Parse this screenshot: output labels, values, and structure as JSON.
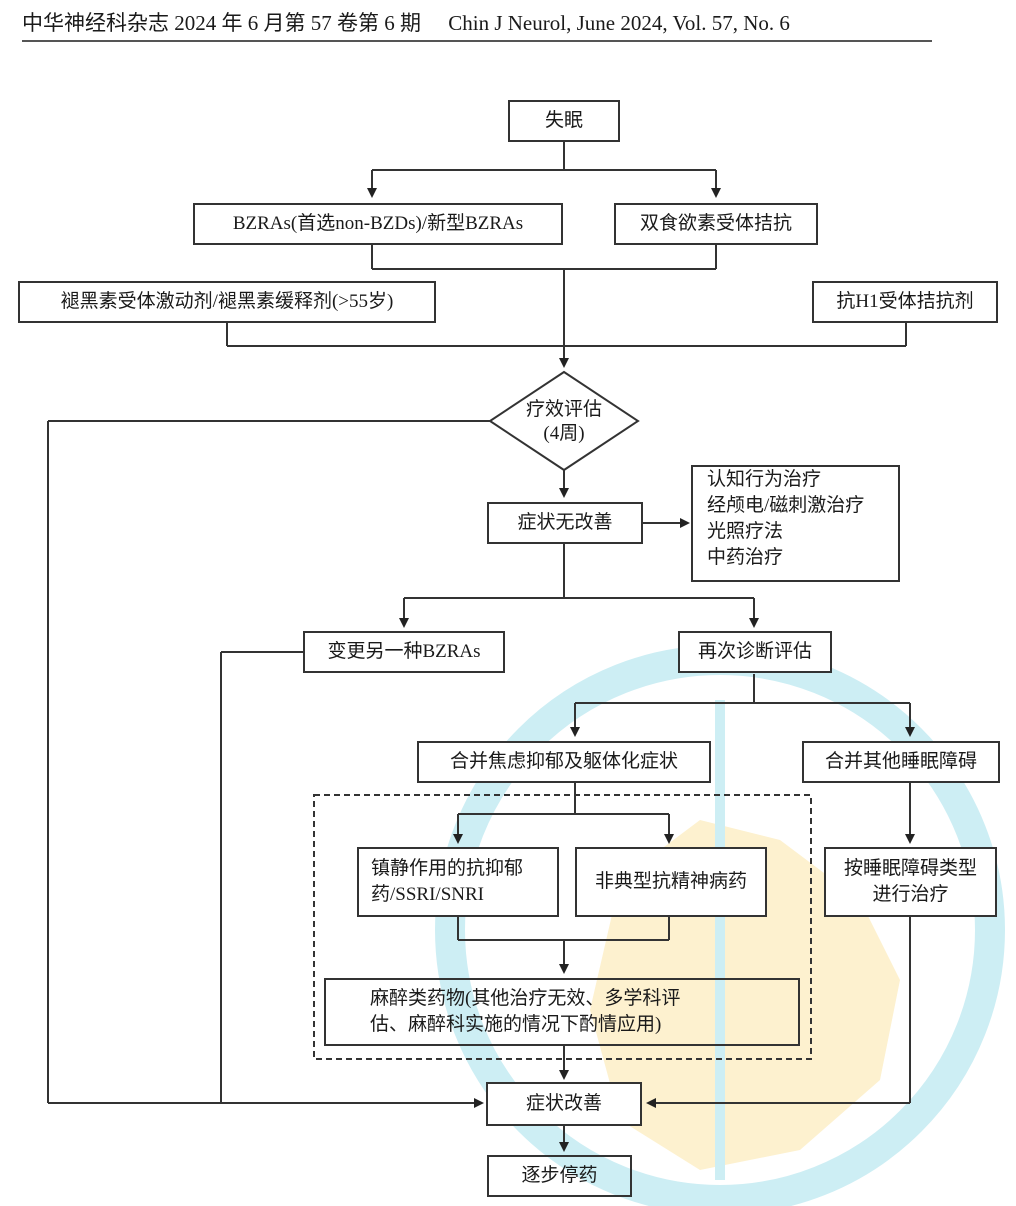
{
  "header": {
    "journal_cn": "中华神经科杂志 2024 年 6 月第 57 卷第 6 期",
    "journal_en": "Chin J Neurol, June 2024, Vol. 57, No. 6"
  },
  "flowchart": {
    "insomnia": "失眠",
    "bzras": "BZRAs(首选non-BZDs)/新型BZRAs",
    "orexin": "双食欲素受体拮抗",
    "melatonin": "褪黑素受体激动剂/褪黑素缓释剂(>55岁)",
    "h1": "抗H1受体拮抗剂",
    "evaluation_line1": "疗效评估",
    "evaluation_line2": "(4周)",
    "no_improvement": "症状无改善",
    "non_drug": [
      "认知行为治疗",
      "经颅电/磁刺激治疗",
      "光照疗法",
      "中药治疗"
    ],
    "change_bzras": "变更另一种BZRAs",
    "rediagnose": "再次诊断评估",
    "anxiety": "合并焦虑抑郁及躯体化症状",
    "other_sleep": "合并其他睡眠障碍",
    "antidepressant_line1": "镇静作用的抗抑郁",
    "antidepressant_line2": "药/SSRI/SNRI",
    "antipsychotic": "非典型抗精神病药",
    "sleep_type_line1": "按睡眠障碍类型",
    "sleep_type_line2": "进行治疗",
    "anesthetic_line1": "麻醉类药物(其他治疗无效、多学科评",
    "anesthetic_line2": "估、麻醉科实施的情况下酌情应用)",
    "improvement": "症状改善",
    "taper": "逐步停药"
  },
  "colors": {
    "line": "#333333",
    "watermark_blue": "#cdeef4",
    "watermark_yellow": "#fdf1cf"
  }
}
